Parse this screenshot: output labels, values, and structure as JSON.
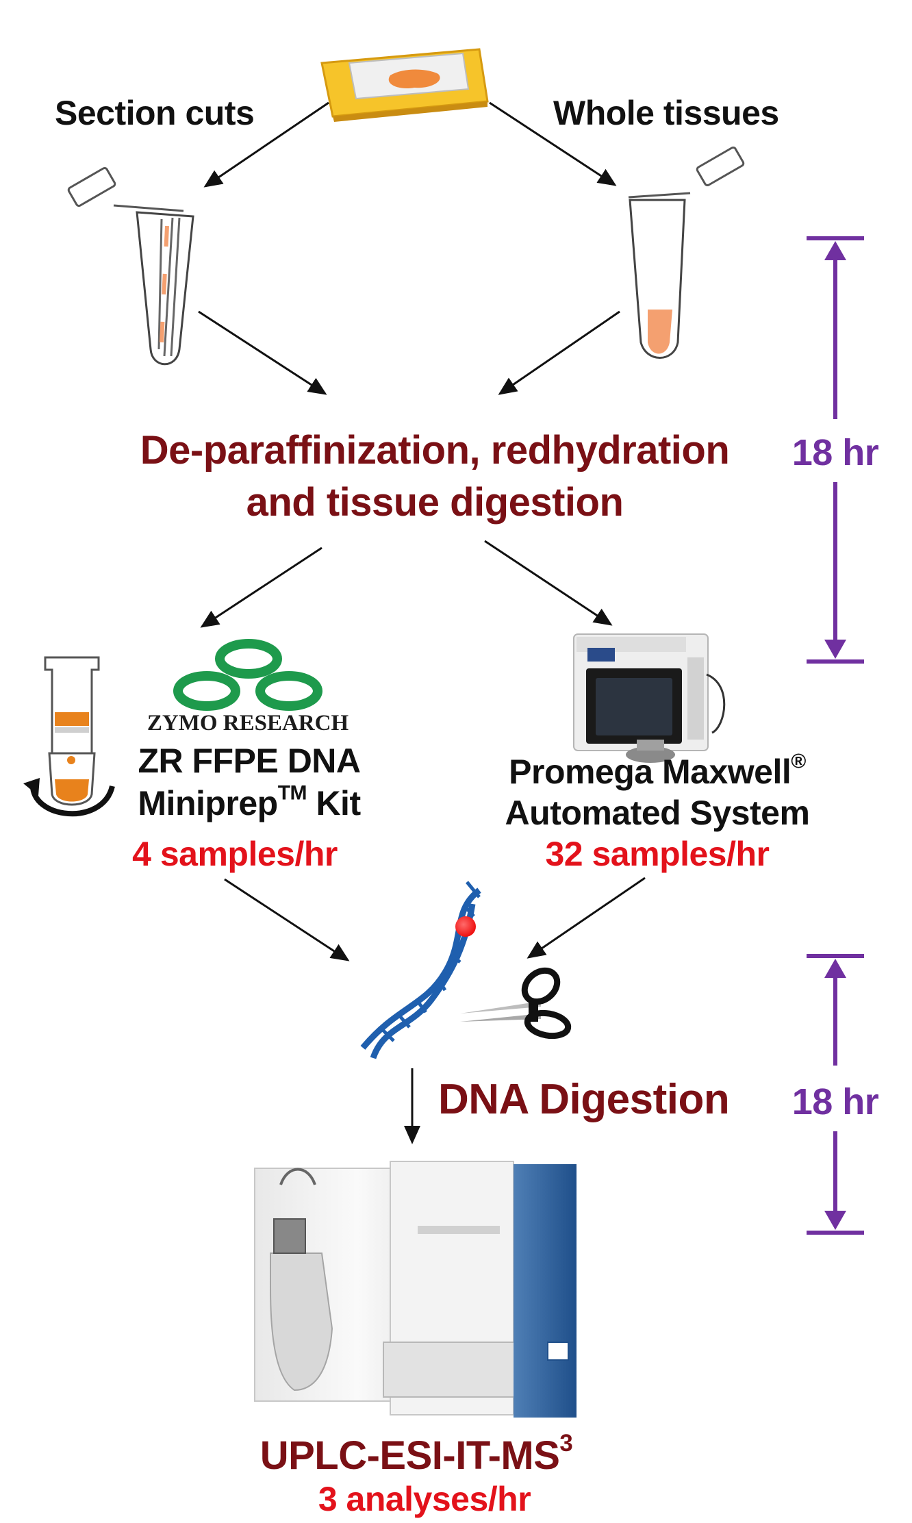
{
  "sources": {
    "left_label": "Section cuts",
    "right_label": "Whole tissues"
  },
  "step1": {
    "line1": "De-paraffinization, redhydration",
    "line2": "and tissue digestion"
  },
  "timing": {
    "first": "18 hr",
    "second": "18 hr"
  },
  "zymo": {
    "logo_text": "ZYMO RESEARCH",
    "line1": "ZR FFPE DNA",
    "line2_main": "Miniprep",
    "line2_sup": "TM",
    "line2_tail": " Kit",
    "rate": "4 samples/hr"
  },
  "promega": {
    "line1_main": "Promega Maxwell",
    "line1_sup": "®",
    "line2": "Automated System",
    "rate": "32 samples/hr"
  },
  "step2": {
    "label": "DNA Digestion"
  },
  "final": {
    "label_main": "UPLC-ESI-IT-MS",
    "label_sup": "3",
    "rate": "3 analyses/hr"
  },
  "colors": {
    "arrow": "#111111",
    "maroon": "#7a1015",
    "red": "#e3121b",
    "purple": "#7030a0",
    "tissue": "#f4a070",
    "cassette": "#f6c42a",
    "zymo_green": "#1e9a4c",
    "dna_blue": "#1f5fae"
  },
  "icons": {
    "cassette": "tissue-cassette-icon",
    "tube_sections": "tube-with-sections-icon",
    "tube_tissue": "tube-with-tissue-icon",
    "spin_column": "spin-column-icon",
    "zymo_logo": "zymo-logo-icon",
    "maxwell": "maxwell-instrument-icon",
    "dna": "dna-helix-icon",
    "scissors": "scissors-icon",
    "mass_spec": "mass-spectrometer-icon"
  }
}
